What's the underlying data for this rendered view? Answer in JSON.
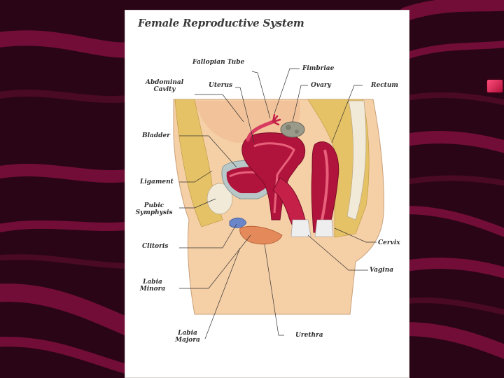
{
  "diagram": {
    "title": "Female Reproductive System",
    "labels": {
      "fallopian_tube": "Fallopian Tube",
      "fimbriae": "Fimbriae",
      "abdominal_cavity": "Abdominal Cavity",
      "uterus": "Uterus",
      "ovary": "Ovary",
      "rectum": "Rectum",
      "bladder": "Bladder",
      "ligament": "Ligament",
      "pubic_symphysis": "Pubic Symphysis",
      "clitoris": "Clitoris",
      "cervix": "Cervix",
      "vagina": "Vagina",
      "labia_minora": "Labia Minora",
      "labia_majora": "Labia Majora",
      "urethra": "Urethra"
    }
  },
  "colors": {
    "background": "#2a0516",
    "stripe": "#7a0e3c",
    "panel": "#ffffff",
    "skin": "#f5cfa6",
    "fat": "#e6c266",
    "organ": "#b0143c",
    "organ_light": "#e8607a",
    "bone": "#f2ead8",
    "ovary": "#9a9a8a",
    "bladder_lining": "#b8c7c8",
    "accent_bullet": "#e0306a"
  }
}
